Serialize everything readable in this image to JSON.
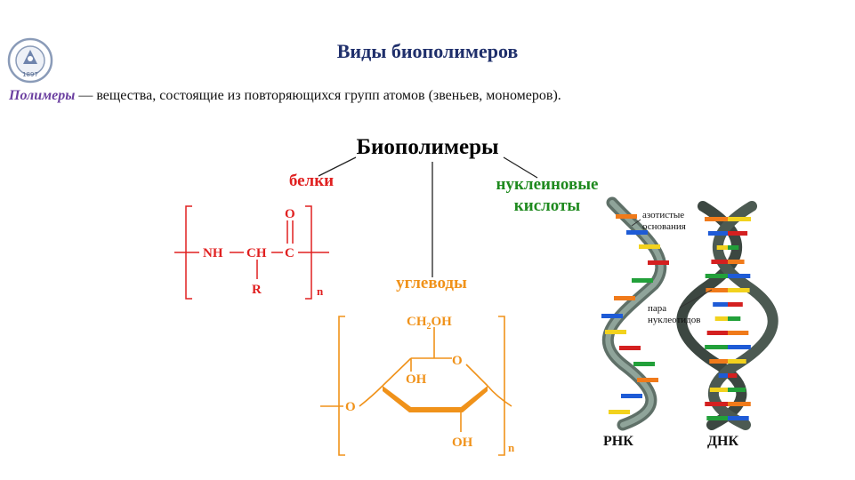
{
  "header": {
    "title": "Виды биополимеров"
  },
  "logo": {
    "year": "1897",
    "icon": "university-seal-icon"
  },
  "definition": {
    "term": "Полимеры",
    "text": " — вещества, состоящие из повторяющихся групп атомов (звеньев, мономеров)."
  },
  "diagram": {
    "root": "Биополимеры",
    "proteins": {
      "label": "белки",
      "formula": {
        "nh": "NH",
        "ch": "CH",
        "c": "C",
        "o": "O",
        "r": "R",
        "n": "n"
      }
    },
    "carbohydrates": {
      "label": "углеводы",
      "formula": {
        "ch2oh_pre": "CH",
        "ch2oh_sub": "2",
        "ch2oh_post": "OH",
        "ring_o": "O",
        "oh_top": "OH",
        "oh_bottom": "OH",
        "bridge_o": "O",
        "n": "n"
      }
    },
    "nucleic_acids": {
      "label_line1": "нуклеиновые",
      "label_line2": "кислоты",
      "rna_label": "РНК",
      "dna_label": "ДНК",
      "note_bases_line1": "азотистые",
      "note_bases_line2": "основания",
      "note_pair_line1": "пара",
      "note_pair_line2": "нуклеотидов"
    }
  },
  "colors": {
    "title": "#1f2f6b",
    "term": "#6b3fa0",
    "proteins": "#e02020",
    "carbohydrates": "#f0921a",
    "nucleic": "#1f8a1f",
    "base_red": "#d42020",
    "base_yellow": "#f2d21e",
    "base_blue": "#1e5bd6",
    "base_green": "#22a03a",
    "base_orange": "#f07a1a"
  }
}
